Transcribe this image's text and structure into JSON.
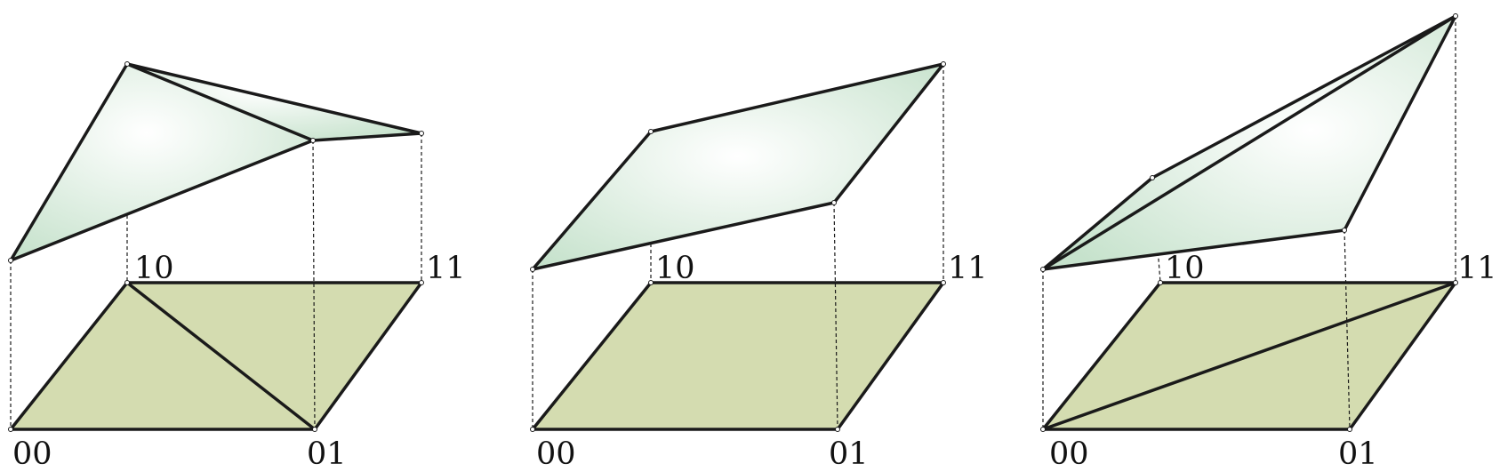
{
  "colors": {
    "base_fill": "#d4dcb0",
    "surface_light": "#ffffff",
    "surface_dark": "#c6e2cc",
    "edge": "#1a1a1a"
  },
  "panels": [
    {
      "labels": {
        "v00": "00",
        "v01": "01",
        "v10": "10",
        "v11": "11"
      },
      "base_diagonal": "10-01",
      "surface_shape": "two triangles folded along diagonal 10-01"
    },
    {
      "labels": {
        "v00": "00",
        "v01": "01",
        "v10": "10",
        "v11": "11"
      },
      "base_diagonal": "none",
      "surface_shape": "single planar quadrilateral"
    },
    {
      "labels": {
        "v00": "00",
        "v01": "01",
        "v10": "10",
        "v11": "11"
      },
      "base_diagonal": "00-11",
      "surface_shape": "two triangles folded along diagonal 00-11"
    }
  ]
}
